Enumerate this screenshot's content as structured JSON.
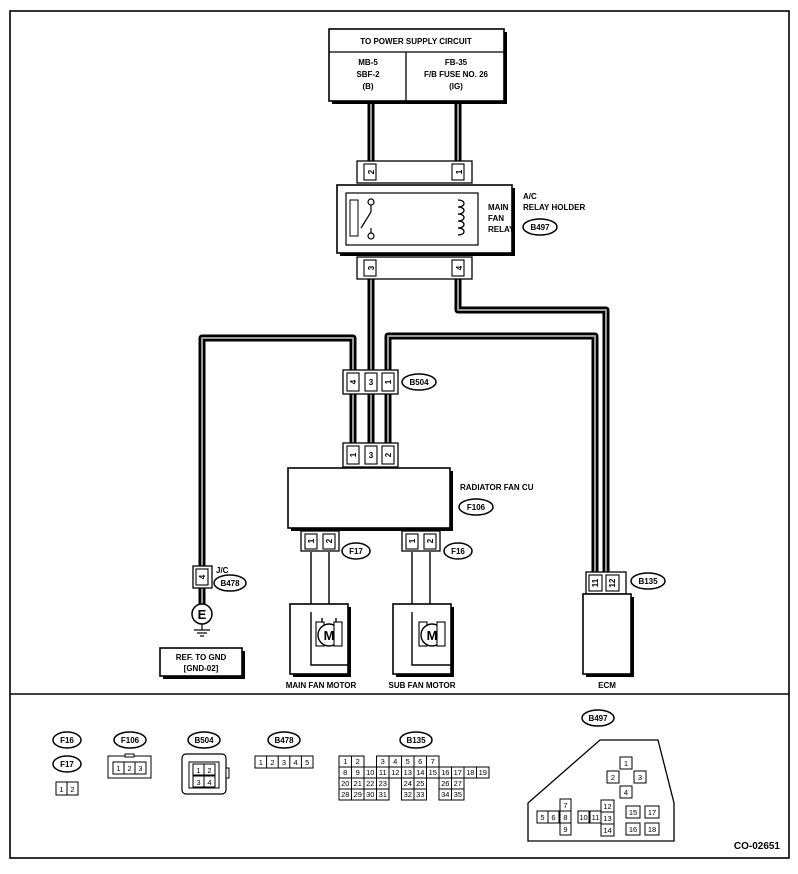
{
  "power_supply": {
    "title": "TO POWER SUPPLY CIRCUIT",
    "left_line1": "MB-5",
    "left_line2": "SBF-2",
    "left_line3": "(B)",
    "right_line1": "FB-35",
    "right_line2": "F/B FUSE NO. 26",
    "right_line3": "(IG)"
  },
  "relay_holder": {
    "title_line1": "A/C",
    "title_line2": "RELAY HOLDER",
    "relay_line1": "MAIN",
    "relay_line2": "FAN",
    "relay_line3": "RELAY",
    "connector": "B497",
    "top_pins": [
      "2",
      "1"
    ],
    "bottom_pins": [
      "3",
      "4"
    ]
  },
  "b504": {
    "connector": "B504",
    "upper_pins": [
      "4",
      "3",
      "1"
    ],
    "lower_pins": [
      "1",
      "3",
      "2"
    ]
  },
  "radiator_fan_cu": {
    "label": "RADIATOR FAN CU",
    "connector": "F106"
  },
  "f17": {
    "connector": "F17",
    "pins": [
      "1",
      "2"
    ]
  },
  "f16": {
    "connector": "F16",
    "pins": [
      "1",
      "2"
    ]
  },
  "main_fan_motor": {
    "label": "MAIN FAN MOTOR",
    "symbol": "M"
  },
  "sub_fan_motor": {
    "label": "SUB FAN MOTOR",
    "symbol": "M"
  },
  "jc": {
    "label": "J/C",
    "connector": "B478",
    "pin": "4"
  },
  "ground": {
    "symbol": "E",
    "ref_line1": "REF. TO GND",
    "ref_line2": "[GND-02]"
  },
  "ecm": {
    "label": "ECM",
    "connector": "B135",
    "pins": [
      "11",
      "12"
    ]
  },
  "legend": {
    "f16": "F16",
    "f17": "F17",
    "f17_pins": [
      "1",
      "2"
    ],
    "f106": "F106",
    "f106_pins": [
      "1",
      "2",
      "3"
    ],
    "b504": "B504",
    "b504_pins": [
      "1",
      "2",
      "3",
      "4"
    ],
    "b478": "B478",
    "b478_pins": [
      "1",
      "2",
      "3",
      "4",
      "5"
    ],
    "b135": "B135",
    "b135_rows": [
      [
        "1",
        "2",
        "",
        "3",
        "4",
        "5",
        "6",
        "7"
      ],
      [
        "8",
        "9",
        "10",
        "11",
        "12",
        "13",
        "14",
        "15",
        "16",
        "17",
        "18",
        "19"
      ],
      [
        "20",
        "21",
        "22",
        "23",
        "",
        "24",
        "25",
        "",
        "26",
        "27"
      ],
      [
        "28",
        "29",
        "30",
        "31",
        "",
        "32",
        "33",
        "",
        "34",
        "35"
      ]
    ],
    "b497": "B497",
    "b497_pins": [
      "1",
      "2",
      "3",
      "4",
      "5",
      "6",
      "7",
      "8",
      "9",
      "10",
      "11",
      "12",
      "13",
      "14",
      "15",
      "16",
      "17",
      "18"
    ]
  },
  "figure_code": "CO-02651"
}
